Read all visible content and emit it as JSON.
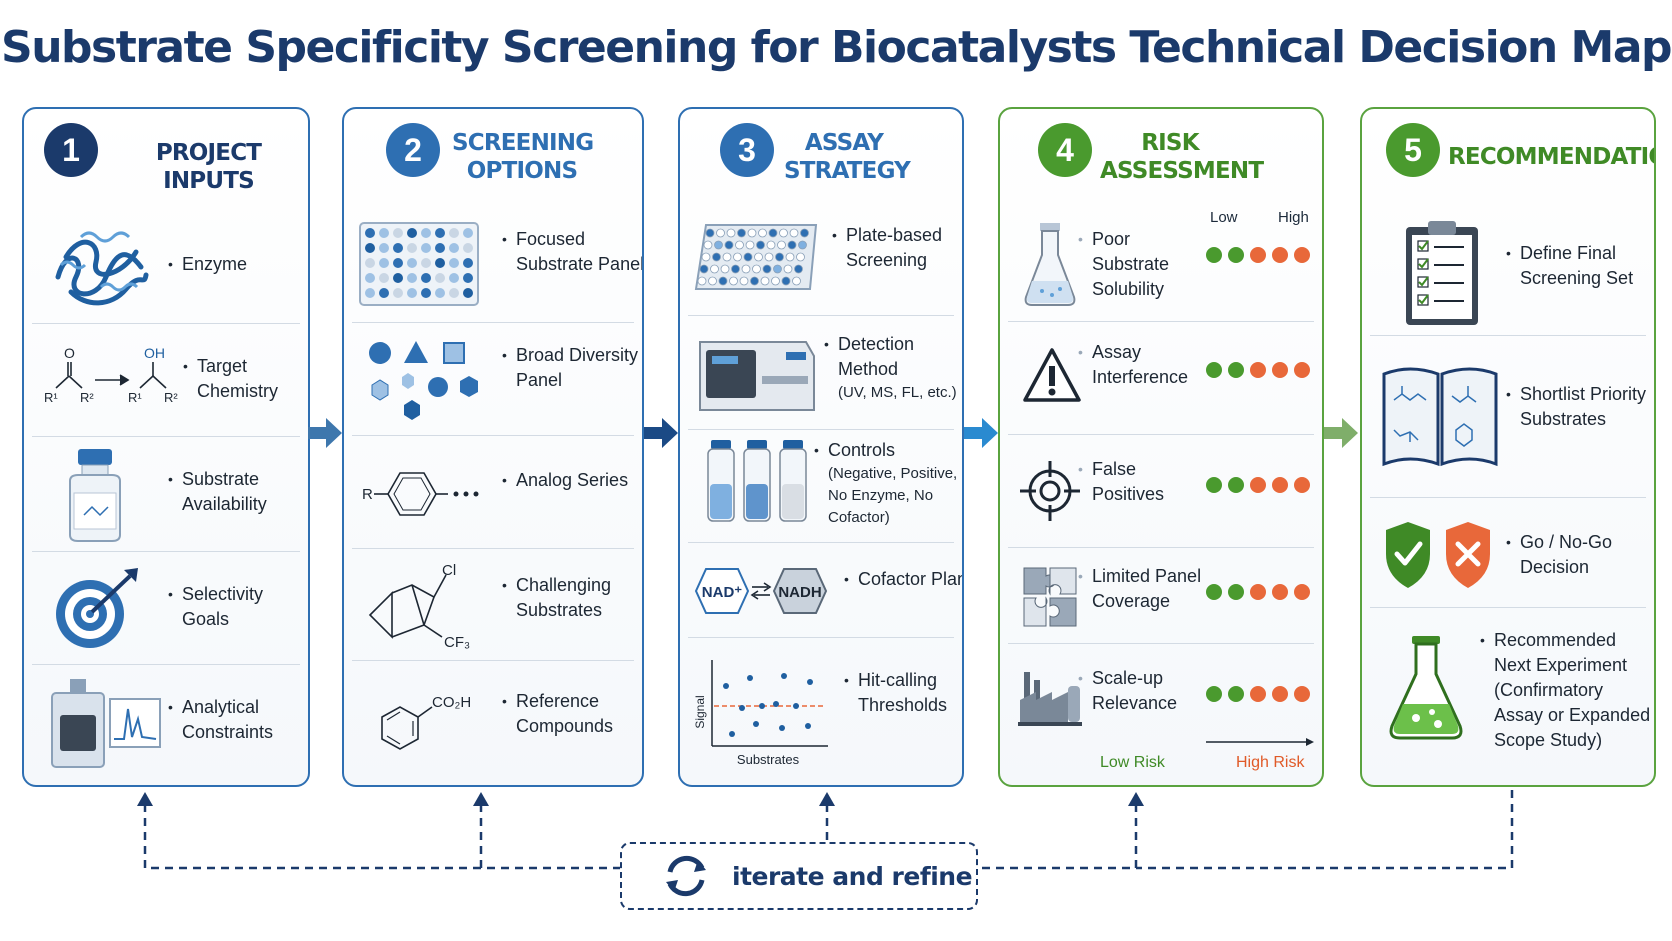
{
  "title": "Substrate Specificity Screening for Biocatalysts Technical Decision Map",
  "colors": {
    "navy": "#1b3a6b",
    "blue": "#2e6fb2",
    "green": "#4a9a2e",
    "orange": "#e8683a"
  },
  "panels": [
    {
      "number": "1",
      "title": "PROJECT INPUTS",
      "items": [
        {
          "label": "Enzyme",
          "icon": "enzyme-icon"
        },
        {
          "label": "Target Chemistry",
          "icon": "reaction-icon",
          "chem": {
            "o": "O",
            "oh": "OH",
            "r1": "R¹",
            "r2": "R²"
          }
        },
        {
          "label": "Substrate Availability",
          "icon": "bottle-icon"
        },
        {
          "label": "Selectivity Goals",
          "icon": "target-icon"
        },
        {
          "label": "Analytical Constraints",
          "icon": "instrument-icon"
        }
      ]
    },
    {
      "number": "2",
      "title": "SCREENING OPTIONS",
      "items": [
        {
          "label": "Focused Substrate Panel",
          "icon": "plate-icon"
        },
        {
          "label": "Broad Diversity Panel",
          "icon": "shapes-icon"
        },
        {
          "label": "Analog Series",
          "icon": "analog-icon",
          "chem": {
            "r": "R"
          }
        },
        {
          "label": "Challenging Substrates",
          "icon": "bicyclic-icon",
          "chem": {
            "cl": "Cl",
            "cf3": "CF₃"
          }
        },
        {
          "label": "Reference Compounds",
          "icon": "benzoic-acid-icon",
          "chem": {
            "co2h": "CO₂H"
          }
        }
      ]
    },
    {
      "number": "3",
      "title": "ASSAY STRATEGY",
      "items": [
        {
          "label": "Plate-based Screening",
          "icon": "well-plate-icon"
        },
        {
          "label": "Detection Method",
          "sub": "(UV, MS, FL, etc.)",
          "icon": "reader-icon"
        },
        {
          "label": "Controls",
          "sub": "(Negative, Positive, No Enzyme, No Cofactor)",
          "icon": "vials-icon"
        },
        {
          "label": "Cofactor Plan",
          "icon": "cofactor-icon",
          "chem": {
            "nad": "NAD⁺",
            "nadh": "NADH"
          }
        },
        {
          "label": "Hit-calling Thresholds",
          "icon": "scatter-icon",
          "chem": {
            "ylabel": "Signal",
            "xlabel": "Substrates"
          }
        }
      ]
    },
    {
      "number": "4",
      "title": "RISK ASSESSMENT",
      "scale": {
        "low": "Low",
        "high": "High",
        "low_risk": "Low Risk",
        "high_risk": "High Risk"
      },
      "items": [
        {
          "label": "Poor Substrate Solubility",
          "icon": "flask-icon"
        },
        {
          "label": "Assay Interference",
          "icon": "warning-icon"
        },
        {
          "label": "False Positives",
          "icon": "crosshair-icon"
        },
        {
          "label": "Limited Panel Coverage",
          "icon": "puzzle-icon"
        },
        {
          "label": "Scale-up Relevance",
          "icon": "factory-icon"
        }
      ],
      "risk_dots": [
        "#4a9a2e",
        "#4a9a2e",
        "#e8683a",
        "#e8683a",
        "#e8683a"
      ]
    },
    {
      "number": "5",
      "title": "RECOMMENDATION",
      "items": [
        {
          "label": "Define Final Screening Set",
          "icon": "clipboard-icon"
        },
        {
          "label": "Shortlist Priority Substrates",
          "icon": "book-icon"
        },
        {
          "label": "Go / No-Go Decision",
          "icon": "shields-icon"
        },
        {
          "label": "Recommended Next Experiment (Confirmatory Assay or Expanded Scope Study)",
          "icon": "green-flask-icon"
        }
      ]
    }
  ],
  "feedback": {
    "label": "iterate and refine",
    "icon": "cycle-icon"
  }
}
